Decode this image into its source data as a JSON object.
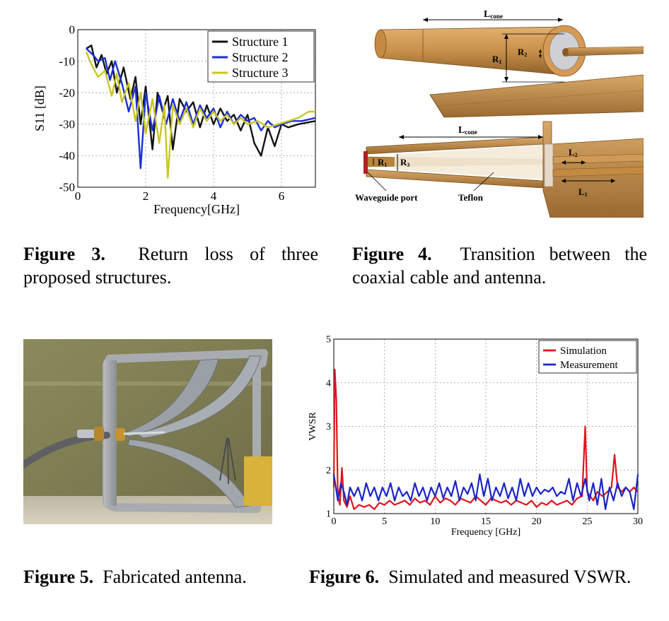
{
  "figures": [
    {
      "label": "Figure 3.",
      "caption": "Return loss of three proposed structures.",
      "chart_data": {
        "type": "line",
        "xlabel": "Frequency[GHz]",
        "ylabel": "S11 [dB]",
        "xlim": [
          0,
          7
        ],
        "ylim": [
          -50,
          0
        ],
        "xticks": [
          "0",
          "2",
          "4",
          "6"
        ],
        "yticks": [
          "0",
          "-10",
          "-20",
          "-30",
          "-40",
          "-50"
        ],
        "grid": true,
        "legend": "top-right",
        "series": [
          {
            "name": "Structure 1",
            "color": "#111111",
            "x": [
              0.25,
              0.4,
              0.55,
              0.7,
              0.85,
              1.0,
              1.15,
              1.35,
              1.55,
              1.7,
              1.85,
              2.0,
              2.2,
              2.35,
              2.5,
              2.65,
              2.8,
              3.0,
              3.2,
              3.4,
              3.6,
              3.8,
              4.0,
              4.2,
              4.4,
              4.6,
              4.8,
              5.0,
              5.2,
              5.4,
              5.6,
              5.8,
              6.0,
              6.2,
              6.5,
              7.0
            ],
            "y": [
              -6,
              -5,
              -12,
              -8,
              -14,
              -10,
              -20,
              -12,
              -22,
              -15,
              -30,
              -18,
              -38,
              -20,
              -26,
              -21,
              -38,
              -22,
              -26,
              -23,
              -31,
              -24,
              -30,
              -25,
              -29,
              -27,
              -32,
              -27,
              -36,
              -40,
              -31,
              -37,
              -30,
              -31,
              -30,
              -29
            ]
          },
          {
            "name": "Structure 2",
            "color": "#1b2fd6",
            "x": [
              0.25,
              0.45,
              0.6,
              0.8,
              0.95,
              1.1,
              1.3,
              1.5,
              1.7,
              1.85,
              2.0,
              2.2,
              2.4,
              2.6,
              2.8,
              3.0,
              3.2,
              3.4,
              3.6,
              3.8,
              4.0,
              4.2,
              4.4,
              4.6,
              4.8,
              5.0,
              5.2,
              5.4,
              5.6,
              5.8,
              6.0,
              6.3,
              6.6,
              7.0
            ],
            "y": [
              -6,
              -8,
              -10,
              -9,
              -16,
              -10,
              -17,
              -26,
              -18,
              -44,
              -20,
              -32,
              -21,
              -30,
              -22,
              -29,
              -23,
              -30,
              -24,
              -28,
              -25,
              -31,
              -26,
              -30,
              -27,
              -29,
              -28,
              -32,
              -29,
              -31,
              -30,
              -29,
              -29,
              -28
            ]
          },
          {
            "name": "Structure 3",
            "color": "#c9c622",
            "x": [
              0.25,
              0.4,
              0.6,
              0.8,
              1.0,
              1.15,
              1.3,
              1.5,
              1.7,
              1.85,
              2.0,
              2.2,
              2.4,
              2.55,
              2.65,
              2.8,
              3.0,
              3.2,
              3.4,
              3.6,
              3.8,
              4.0,
              4.2,
              4.4,
              4.6,
              4.8,
              5.0,
              5.3,
              5.6,
              5.9,
              6.2,
              6.5,
              6.8,
              7.0
            ],
            "y": [
              -7,
              -11,
              -15,
              -13,
              -21,
              -14,
              -23,
              -17,
              -29,
              -20,
              -33,
              -22,
              -36,
              -24,
              -47,
              -24,
              -30,
              -25,
              -31,
              -25,
              -29,
              -26,
              -29,
              -27,
              -30,
              -28,
              -30,
              -29,
              -31,
              -30,
              -29,
              -28,
              -26,
              -26
            ]
          }
        ]
      }
    },
    {
      "label": "Figure 4.",
      "caption": "Transition between the coaxial cable and antenna.",
      "labels": {
        "l_cone": "L",
        "l_cone_sub": "cone",
        "r1": "R",
        "r1_sub": "1",
        "r2": "R",
        "r2_sub": "2",
        "r3": "R",
        "r3_sub": "3",
        "l1": "L",
        "l1_sub": "1",
        "l2": "L",
        "l2_sub": "2",
        "waveguide_port": "Waveguide port",
        "teflon": "Teflon"
      },
      "colors": {
        "metal": "#c8904a",
        "dark": "#9a6a30",
        "teflon": "#f4ead8"
      }
    },
    {
      "label": "Figure 5.",
      "caption": "Fabricated antenna."
    },
    {
      "label": "Figure 6.",
      "caption": "Simulated and measured VSWR.",
      "chart_data": {
        "type": "line",
        "xlabel": "Frequency [GHz]",
        "ylabel": "VWSR",
        "xlim": [
          0,
          30
        ],
        "ylim": [
          1,
          5
        ],
        "xticks": [
          "0",
          "5",
          "10",
          "15",
          "20",
          "25",
          "30"
        ],
        "yticks": [
          "1",
          "2",
          "3",
          "4",
          "5"
        ],
        "grid": true,
        "legend": "top-right",
        "series": [
          {
            "name": "Simulation",
            "color": "#e0141c",
            "x": [
              0,
              0.1,
              0.25,
              0.4,
              0.6,
              0.8,
              1.0,
              1.3,
              1.6,
              2.0,
              2.5,
              3.0,
              3.5,
              4.0,
              4.5,
              5.0,
              5.5,
              6.0,
              6.5,
              7.0,
              7.5,
              8.0,
              8.5,
              9.0,
              9.5,
              10.0,
              10.5,
              11.0,
              11.5,
              12.0,
              12.5,
              13.0,
              13.5,
              14.0,
              14.5,
              15.0,
              15.5,
              16.0,
              16.5,
              17.0,
              17.5,
              18.0,
              18.5,
              19.0,
              19.5,
              20.0,
              20.5,
              21.0,
              21.5,
              22.0,
              22.5,
              23.0,
              23.5,
              24.0,
              24.5,
              24.8,
              25.0,
              25.3,
              25.6,
              26.0,
              26.5,
              27.0,
              27.4,
              27.7,
              28.0,
              28.4,
              28.8,
              29.2,
              29.6,
              30.0
            ],
            "y": [
              1.6,
              4.3,
              3.6,
              1.4,
              1.2,
              2.05,
              1.3,
              1.15,
              1.4,
              1.1,
              1.2,
              1.15,
              1.2,
              1.1,
              1.25,
              1.2,
              1.3,
              1.2,
              1.25,
              1.3,
              1.2,
              1.35,
              1.25,
              1.3,
              1.2,
              1.4,
              1.25,
              1.35,
              1.3,
              1.2,
              1.35,
              1.3,
              1.25,
              1.4,
              1.3,
              1.2,
              1.35,
              1.3,
              1.25,
              1.3,
              1.2,
              1.3,
              1.25,
              1.2,
              1.3,
              1.15,
              1.25,
              1.2,
              1.3,
              1.2,
              1.25,
              1.3,
              1.2,
              1.35,
              1.4,
              3.0,
              1.5,
              1.4,
              1.3,
              1.5,
              1.4,
              1.5,
              1.6,
              2.35,
              1.6,
              1.5,
              1.6,
              1.5,
              1.6,
              1.5
            ]
          },
          {
            "name": "Measurement",
            "color": "#1a24c8",
            "x": [
              0,
              0.2,
              0.4,
              0.7,
              1.0,
              1.3,
              1.6,
              2.0,
              2.4,
              2.8,
              3.2,
              3.6,
              4.0,
              4.4,
              4.8,
              5.2,
              5.6,
              6.0,
              6.4,
              6.8,
              7.2,
              7.6,
              8.0,
              8.4,
              8.8,
              9.2,
              9.6,
              10.0,
              10.4,
              10.8,
              11.2,
              11.6,
              12.0,
              12.4,
              12.8,
              13.2,
              13.6,
              14.0,
              14.4,
              14.8,
              15.2,
              15.6,
              16.0,
              16.4,
              16.8,
              17.2,
              17.6,
              18.0,
              18.4,
              18.8,
              19.2,
              19.6,
              20.0,
              20.4,
              20.8,
              21.2,
              21.6,
              22.0,
              22.4,
              22.8,
              23.2,
              23.6,
              24.0,
              24.4,
              24.8,
              25.2,
              25.6,
              26.0,
              26.4,
              26.8,
              27.2,
              27.6,
              28.0,
              28.4,
              28.8,
              29.2,
              29.6,
              30.0
            ],
            "y": [
              1.9,
              1.6,
              1.3,
              1.7,
              1.5,
              1.2,
              1.6,
              1.4,
              1.6,
              1.3,
              1.7,
              1.4,
              1.6,
              1.3,
              1.6,
              1.4,
              1.7,
              1.3,
              1.6,
              1.4,
              1.5,
              1.3,
              1.7,
              1.4,
              1.6,
              1.3,
              1.6,
              1.4,
              1.7,
              1.35,
              1.6,
              1.4,
              1.75,
              1.3,
              1.6,
              1.45,
              1.7,
              1.3,
              1.9,
              1.4,
              1.8,
              1.3,
              1.6,
              1.4,
              1.7,
              1.35,
              1.6,
              1.3,
              1.8,
              1.4,
              1.7,
              1.4,
              1.6,
              1.45,
              1.55,
              1.5,
              1.6,
              1.4,
              1.5,
              1.45,
              1.8,
              1.3,
              1.7,
              1.4,
              1.8,
              1.3,
              1.7,
              1.2,
              1.8,
              1.1,
              1.6,
              1.3,
              1.7,
              1.4,
              1.6,
              1.5,
              1.1,
              1.9
            ]
          }
        ]
      }
    }
  ]
}
